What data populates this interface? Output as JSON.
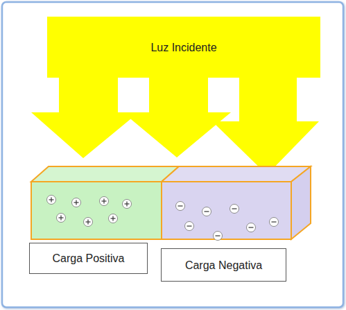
{
  "diagram": {
    "nodes": [
      {
        "text": [
          "Luz Incidente"
        ]
      },
      {
        "text": [
          "Carga Positiva"
        ]
      },
      {
        "text": [
          "Carga Negativa"
        ]
      }
    ]
  }
}
